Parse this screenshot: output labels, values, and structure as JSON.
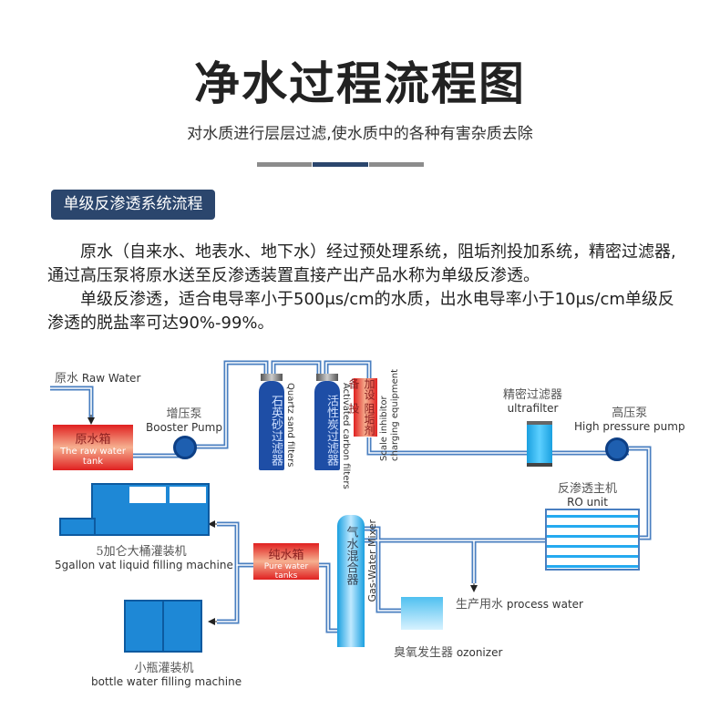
{
  "header": {
    "title": "净水过程流程图",
    "subtitle": "对水质进行层层过滤,使水质中的各种有害杂质去除"
  },
  "section": {
    "badge": "单级反渗透系统流程",
    "para1": "原水（自来水、地表水、地下水）经过预处理系统，阻垢剂投加系统，精密过滤器,通过高压泵将原水送至反渗透装置直接产出产品水称为单级反渗透。",
    "para2": "单级反渗透，适合电导率小于500μs/cm的水质，出水电导率小于10μs/cm单级反渗透的脱盐率可达90%-99%。"
  },
  "diagram": {
    "raw_water": {
      "cn": "原水",
      "en": "Raw Water"
    },
    "raw_tank": {
      "cn": "原水箱",
      "en": "The raw water tank"
    },
    "booster_pump": {
      "cn": "增压泵",
      "en": "Booster Pump"
    },
    "quartz": {
      "cn": "石英砂过滤器",
      "en": "Quartz sand filters"
    },
    "carbon": {
      "cn": "活性炭过滤器",
      "en": "Activated carbon filters"
    },
    "scale": {
      "cn1": "阻垢剂投",
      "cn2": "加设备",
      "en1": "Scale inhibitor",
      "en2": "charging equipment"
    },
    "ultrafilter": {
      "cn": "精密过滤器",
      "en": "ultrafilter"
    },
    "hp_pump": {
      "cn": "高压泵",
      "en": "High pressure pump"
    },
    "ro": {
      "cn": "反渗透主机",
      "en": "RO unit"
    },
    "process_water": {
      "cn": "生产用水",
      "en": "process water"
    },
    "mixer": {
      "cn": "气水混合器",
      "en": "Gas-Water Mixer"
    },
    "ozonizer": {
      "cn": "臭氧发生器",
      "en": "ozonizer"
    },
    "pure_tank": {
      "cn": "纯水箱",
      "en": "Pure water tanks"
    },
    "gallon": {
      "cn": "5加仑大桶灌装机",
      "en": "5gallon vat liquid filling machine"
    },
    "bottle": {
      "cn": "小瓶灌装机",
      "en": "bottle water filling machine"
    }
  },
  "colors": {
    "badge": "#2b466d",
    "pipe": "#4a7fc0",
    "filter": "#1e4ea6",
    "machine": "#1e88d6"
  }
}
